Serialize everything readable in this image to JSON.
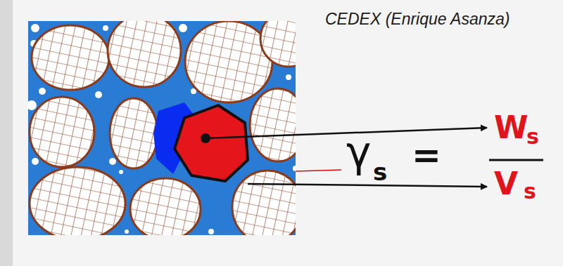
{
  "diagram": {
    "labels": [
      "CEDEX (Enrique Asanza)",
      "γ",
      "s",
      "=",
      "W",
      "s",
      "V",
      "s"
    ]
  }
}
